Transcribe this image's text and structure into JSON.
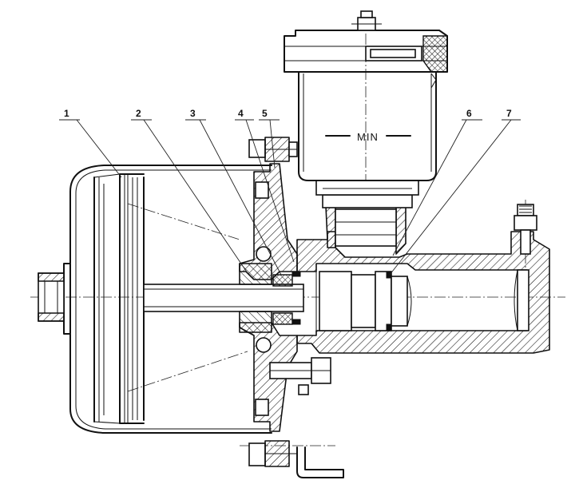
{
  "callouts": [
    {
      "id": "1",
      "text": "1"
    },
    {
      "id": "2",
      "text": "2"
    },
    {
      "id": "3",
      "text": "3"
    },
    {
      "id": "4",
      "text": "4"
    },
    {
      "id": "5",
      "text": "5"
    },
    {
      "id": "6",
      "text": "6"
    },
    {
      "id": "7",
      "text": "7"
    }
  ],
  "reservoir": {
    "level_mark": "MIN"
  },
  "colors": {
    "ink": "#111111",
    "paper": "#ffffff"
  }
}
